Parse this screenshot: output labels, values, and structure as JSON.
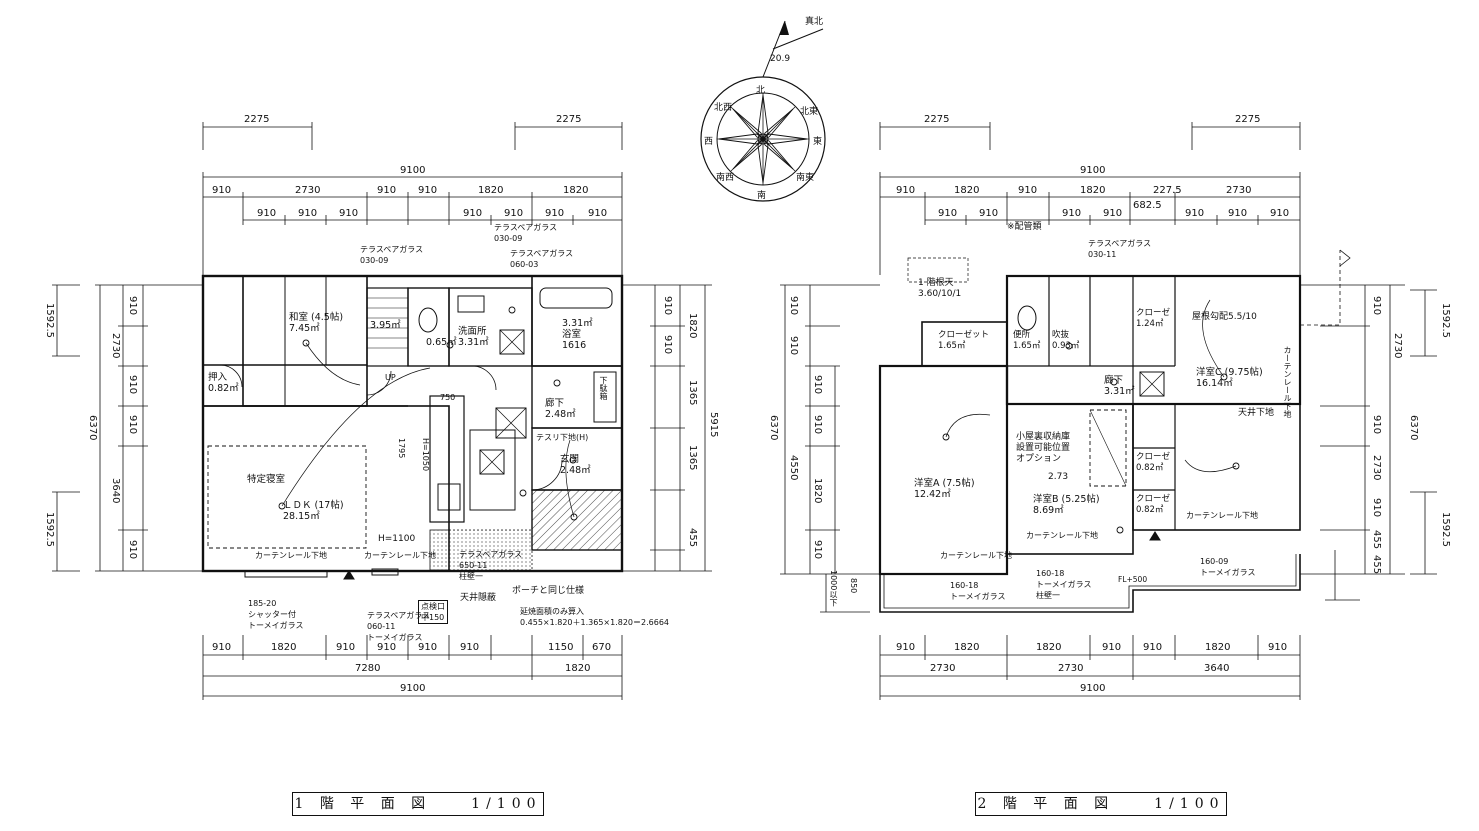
{
  "titles": {
    "floor1": "1 階 平 面 図　　1/100",
    "floor2": "2 階 平 面 図　　1/100"
  },
  "compass": {
    "angle": "20.9",
    "north_label": "真北",
    "dirs": [
      "北",
      "北東",
      "東",
      "南東",
      "南",
      "南西",
      "西",
      "北西"
    ]
  },
  "floor1": {
    "dims_top": {
      "offset_left": "2275",
      "offset_right": "2275",
      "total": "9100",
      "row1": [
        "910",
        "2730",
        "910",
        "910",
        "1820",
        "1820"
      ],
      "row2": [
        "910",
        "910",
        "910",
        "910",
        "910",
        "910",
        "910"
      ]
    },
    "dims_bottom": {
      "row1": [
        "910",
        "1820",
        "910",
        "910",
        "910",
        "910",
        "1150",
        "670"
      ],
      "row2": [
        "7280",
        "1820"
      ],
      "total": "9100"
    },
    "dims_left": {
      "total": "6370",
      "col": [
        "910",
        "2730",
        "910",
        "910",
        "3640",
        "910"
      ],
      "offset_top": "1592.5",
      "offset_bottom": "1592.5"
    },
    "dims_right": {
      "col": [
        "910",
        "1820",
        "910",
        "1365",
        "1365",
        "455"
      ],
      "total": "5915"
    },
    "rooms": {
      "washitsu": "和室 (4.5帖)\n7.45㎡",
      "oshiire": "押入\n0.82㎡",
      "ldk": "ＬＤＫ (17帖)\n28.15㎡",
      "tokutei": "特定寝室",
      "toilet": "0.65㎡",
      "senmen": "洗面所\n3.31㎡",
      "yokushitsu": "3.31㎡\n浴室\n1616",
      "rouka": "廊下\n2.48㎡",
      "genkan": "玄関\n2.48㎡",
      "kaidan": "3.95㎡"
    },
    "notes": [
      "テラスペアガラス\n030-09",
      "テラスペアガラス\n060-03",
      "テラスペアガラス\n030-09",
      "185-20\nシャッター付\nトーメイガラス",
      "テラスペアガラス\n060-11\nトーメイガラス",
      "テラスペアガラス\n650-11\n柱壁一",
      "天井隠蔽",
      "ポーチと同じ仕様",
      "延焼面積のみ算入\n0.455×1.820＋1.365×1.820＝2.6664",
      "H=1100",
      "UP",
      "1795",
      "H=1050",
      "750",
      "カーテンレール下地",
      "カーテンレール下地",
      "下駄箱",
      "テスリ下地(H)",
      "点検口\n中150"
    ]
  },
  "floor2": {
    "dims_top": {
      "offset_left": "2275",
      "offset_right": "2275",
      "total": "9100",
      "row1": [
        "910",
        "1820",
        "910",
        "1820",
        "227.5",
        "2730"
      ],
      "row2": [
        "910",
        "910",
        "910",
        "910",
        "910",
        "910",
        "910"
      ],
      "extra": "682.5"
    },
    "dims_bottom": {
      "row1": [
        "910",
        "1820",
        "1820",
        "910",
        "910",
        "1820",
        "910"
      ],
      "row2": [
        "2730",
        "2730",
        "3640"
      ],
      "total": "9100"
    },
    "dims_left": {
      "col": [
        "910",
        "910",
        "910",
        "910",
        "1820",
        "910"
      ],
      "total": "6370",
      "sub": "4550"
    },
    "dims_right": {
      "col": [
        "910",
        "2730",
        "910",
        "2730",
        "910",
        "455",
        "455"
      ],
      "total": "6370",
      "offset_top": "1592.5",
      "offset_bottom": "1592.5"
    },
    "rooms": {
      "closet1": "クローゼット\n1.65㎡",
      "toilet": "便所\n1.65㎡",
      "fukiya": "吹抜\n0.93㎡",
      "closet2": "クローゼ\n1.24㎡",
      "yoshitsuC": "洋室C (9.75帖)\n16.14㎡",
      "rouka": "廊下\n3.31㎡",
      "koyaura": "小屋裏収納庫\n設置可能位置\nオプション",
      "yoshitsuA": "洋室A (7.5帖)\n12.42㎡",
      "yoshitsuB": "洋室B (5.25帖)\n8.69㎡",
      "closet3": "クローゼ\n0.82㎡",
      "closet4": "クローゼ\n0.82㎡",
      "haiki": "※配管類",
      "fukinuke_note": "1 階根天\n3.60/10/1",
      "yane": "屋根勾配5.5/10",
      "tenjo": "天井下地",
      "val273": "2.73"
    },
    "notes": [
      "テラスペアガラス\n030-11",
      "160-18\nトーメイガラス",
      "160-18\nトーメイガラス\n柱壁一",
      "160-09\nトーメイガラス",
      "カーテンレール下地",
      "カーテンレール下地",
      "カーテンレール下地",
      "カーテンレール下地",
      "1000以下",
      "850",
      "FL+500"
    ]
  }
}
